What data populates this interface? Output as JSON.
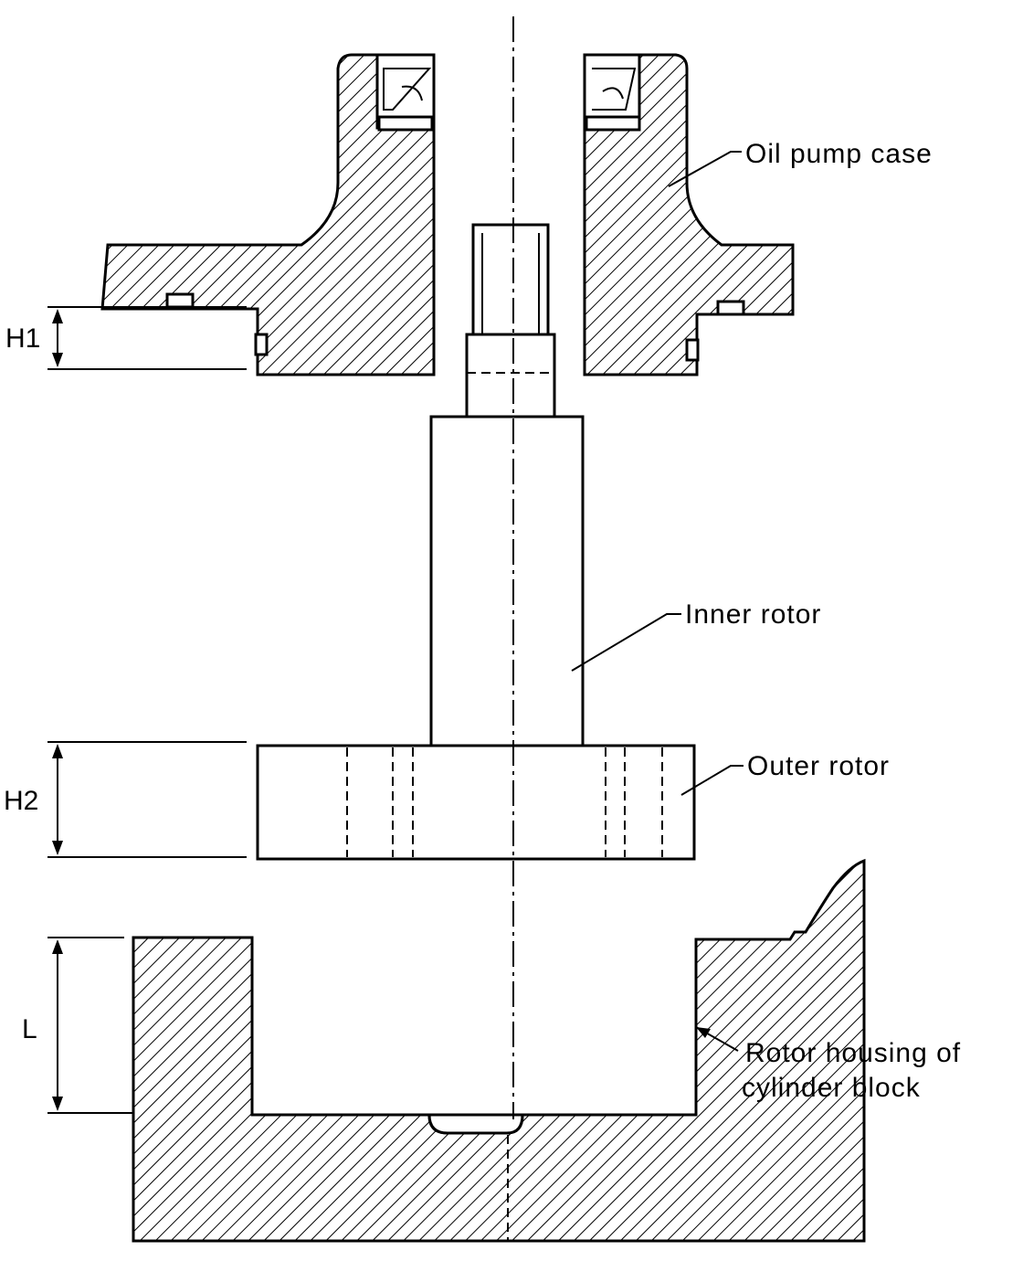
{
  "labels": {
    "oil_pump_case": "Oil pump case",
    "inner_rotor": "Inner rotor",
    "outer_rotor": "Outer rotor",
    "rotor_housing_line1": "Rotor housing of",
    "rotor_housing_line2": "cylinder block"
  },
  "dimensions": {
    "h1": "H1",
    "h2": "H2",
    "l": "L"
  }
}
